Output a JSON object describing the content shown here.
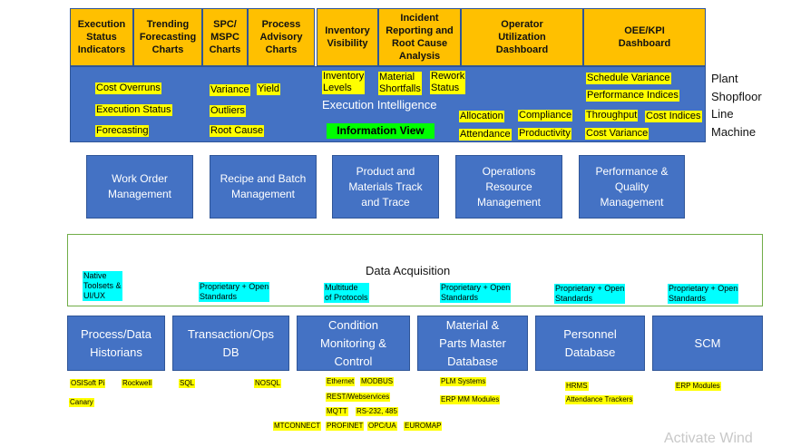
{
  "top_boxes": [
    "Execution\nStatus\nIndicators",
    "Trending\nForecasting\nCharts",
    "SPC/\nMSPC\nCharts",
    "Process\nAdvisory\nCharts",
    "Inventory\nVisibility",
    "Incident\nReporting and\nRoot Cause\nAnalysis",
    "Operator\nUtilization\nDashboard",
    "OEE/KPI\nDashboard"
  ],
  "intelligence": {
    "title": "Execution Intelligence",
    "info_view": "Information View",
    "tags": [
      "Cost Overruns",
      "Execution Status",
      "Forecasting",
      "Variance",
      "Yield",
      "Outliers",
      "Root Cause",
      "Inventory\nLevels",
      "Material\nShortfalls",
      "Rework\nStatus",
      "Allocation",
      "Compliance",
      "Attendance",
      "Productivity",
      "Schedule Variance",
      "Performance Indices",
      "Throughput",
      "Cost Indices",
      "Cost Variance"
    ]
  },
  "side_labels": [
    "Plant",
    "Shopfloor",
    "Line",
    "Machine"
  ],
  "modules": [
    "Work Order\nManagement",
    "Recipe and Batch\nManagement",
    "Product and\nMaterials Track\nand Trace",
    "Operations\nResource\nManagement",
    "Performance &\nQuality\nManagement"
  ],
  "data_acquisition": {
    "title": "Data Acquisition",
    "notes": [
      "Native\nToolsets &\nUI/UX",
      "Proprietary + Open\nStandards",
      "Multitude\n of Protocols",
      "Proprietary + Open\nStandards",
      "Proprietary + Open\nStandards",
      "Proprietary + Open\nStandards"
    ]
  },
  "sources": [
    "Process/Data\nHistorians",
    "Transaction/Ops\nDB",
    "Condition\nMonitoring &\nControl",
    "Material &\nParts Master\nDatabase",
    "Personnel\nDatabase",
    "SCM"
  ],
  "source_tags": [
    "OSISoft Pi",
    "Rockwell",
    "Canary",
    "SQL",
    "NOSQL",
    "Ethernet",
    "MODBUS",
    "REST/Webservices",
    "MQTT",
    "RS-232, 485",
    "MTCONNECT",
    "PROFINET",
    "OPC/UA",
    "EUROMAP",
    "PLM Systems",
    "ERP MM Modules",
    "HRMS",
    "Attendance Trackers",
    "ERP Modules"
  ],
  "watermark": "Activate Wind"
}
